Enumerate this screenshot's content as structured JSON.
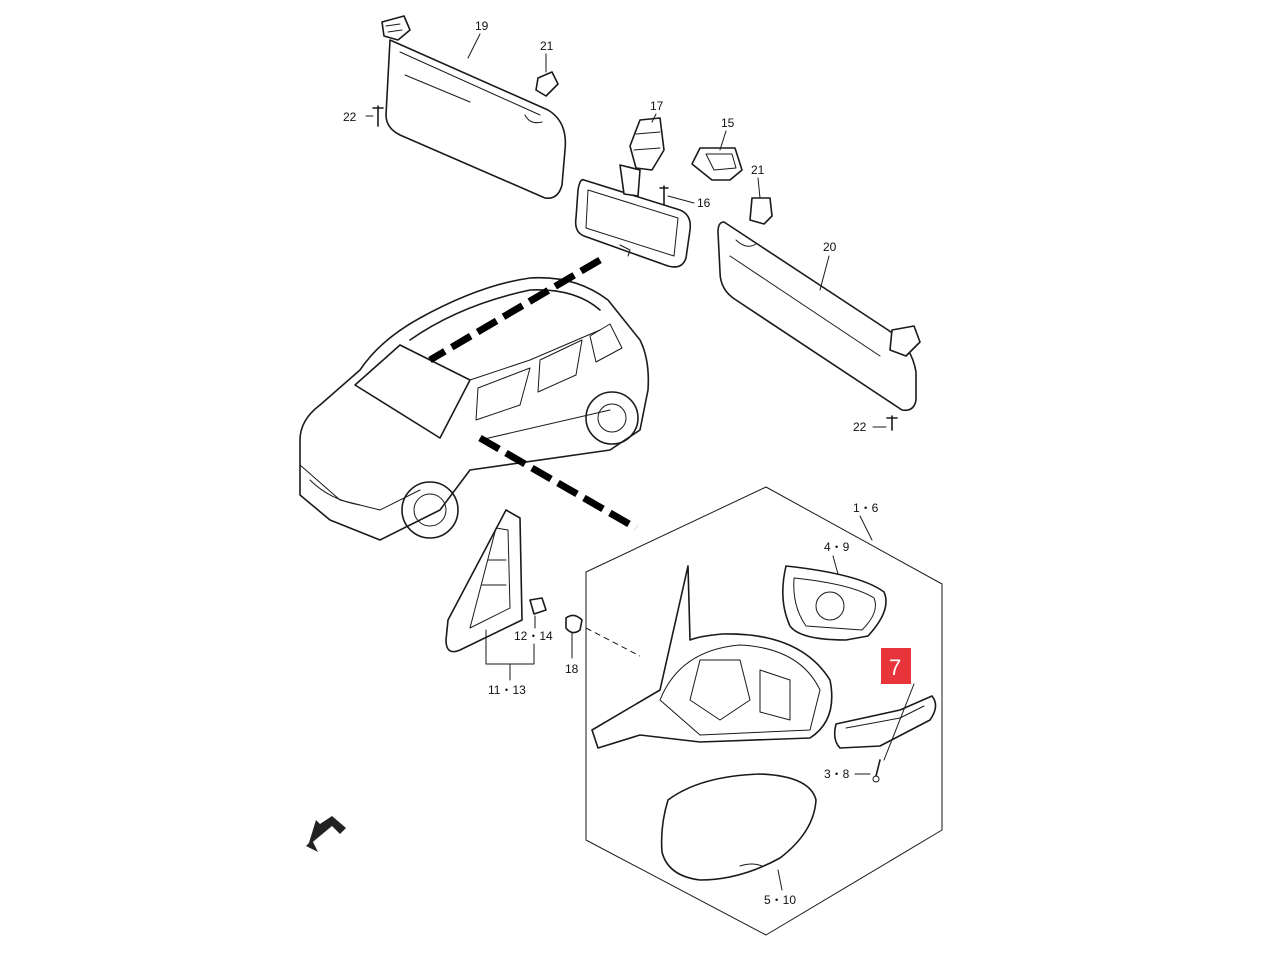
{
  "callouts": {
    "c19": "19",
    "c21a": "21",
    "c22a": "22",
    "c17": "17",
    "c15": "15",
    "c21b": "21",
    "c16": "16",
    "c20": "20",
    "c22b": "22",
    "c16_group": "1・6",
    "c4_9": "4・9",
    "c12_14": "12・14",
    "c18": "18",
    "c11_13": "11・13",
    "c3_8": "3・8",
    "c5_10": "5・10"
  },
  "highlight": {
    "label": "7",
    "color": "#e8353b"
  },
  "colors": {
    "line": "#1a1a1a",
    "background": "#ffffff"
  }
}
